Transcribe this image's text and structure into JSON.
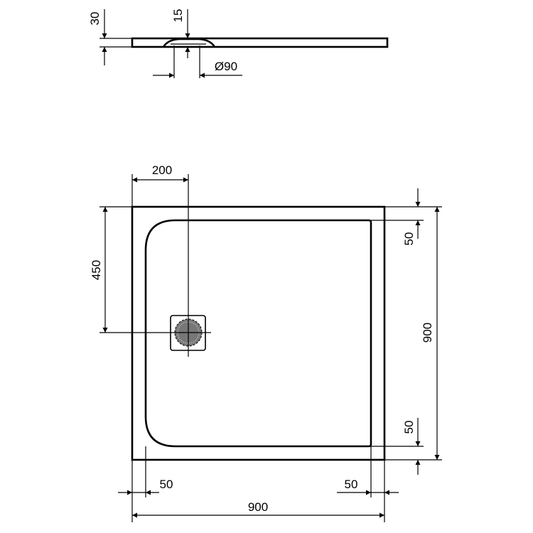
{
  "side_view": {
    "thickness": "30",
    "drain_depth": "15",
    "drain_diameter": "Ø90"
  },
  "plan_view": {
    "drain_offset_x": "200",
    "drain_offset_y": "450",
    "overall_height": "900",
    "overall_width": "900",
    "rim_top": "50",
    "rim_bottom": "50",
    "rim_left": "50",
    "rim_right": "50"
  },
  "colors": {
    "line": "#000000",
    "background": "#ffffff"
  }
}
